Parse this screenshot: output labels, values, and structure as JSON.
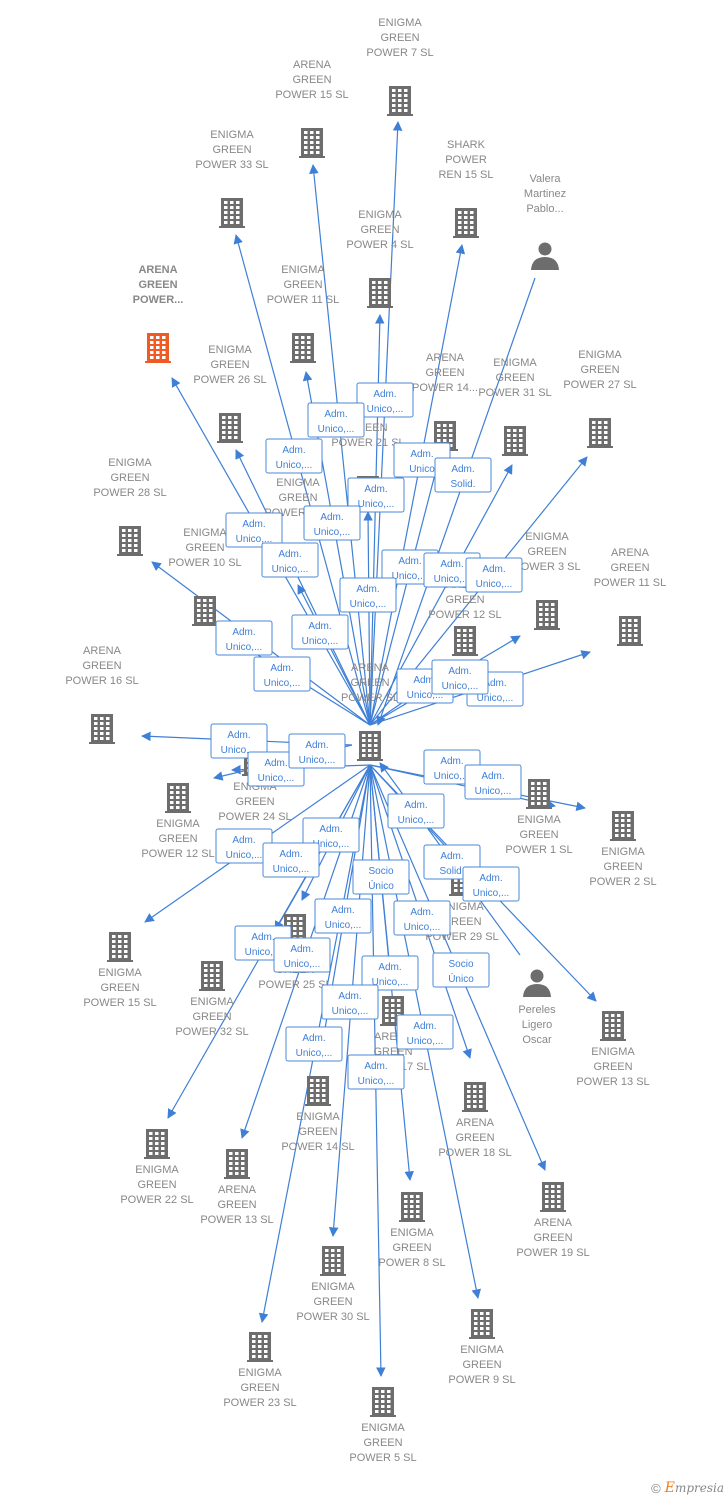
{
  "diagram": {
    "colors": {
      "edge": "#3f7fd6",
      "node": "#6d6d6d",
      "focus": "#f05a24",
      "text": "#888888"
    },
    "center": {
      "id": "center",
      "label": [
        "ARENA",
        "GREEN",
        "POWER  SL"
      ]
    },
    "nodes": [
      {
        "id": "enigma7",
        "kind": "company",
        "label": [
          "ENIGMA",
          "GREEN",
          "POWER 7  SL"
        ]
      },
      {
        "id": "arena15a",
        "kind": "company",
        "label": [
          "ARENA",
          "GREEN",
          "POWER 15  SL"
        ]
      },
      {
        "id": "enigma33",
        "kind": "company",
        "label": [
          "ENIGMA",
          "GREEN",
          "POWER 33  SL"
        ]
      },
      {
        "id": "shark15",
        "kind": "company",
        "label": [
          "SHARK",
          "POWER",
          "REN 15  SL"
        ]
      },
      {
        "id": "valera",
        "kind": "person",
        "label": [
          "Valera",
          "Martinez",
          "Pablo..."
        ]
      },
      {
        "id": "enigma4",
        "kind": "company",
        "label": [
          "ENIGMA",
          "GREEN",
          "POWER 4  SL"
        ]
      },
      {
        "id": "arenaFocus",
        "kind": "focus",
        "label": [
          "ARENA",
          "GREEN",
          "POWER..."
        ]
      },
      {
        "id": "enigma11",
        "kind": "company",
        "label": [
          "ENIGMA",
          "GREEN",
          "POWER 11  SL"
        ]
      },
      {
        "id": "enigma26",
        "kind": "company",
        "label": [
          "ENIGMA",
          "GREEN",
          "POWER 26  SL"
        ]
      },
      {
        "id": "arena14",
        "kind": "company",
        "label": [
          "ARENA",
          "GREEN",
          "POWER 14..."
        ]
      },
      {
        "id": "enigma31",
        "kind": "company",
        "label": [
          "ENIGMA",
          "GREEN",
          "POWER 31  SL"
        ]
      },
      {
        "id": "enigma27",
        "kind": "company",
        "label": [
          "ENIGMA",
          "GREEN",
          "POWER 27  SL"
        ]
      },
      {
        "id": "enigma21",
        "kind": "company",
        "label": [
          "ENIGMA",
          "GREEN",
          "POWER 21  SL"
        ]
      },
      {
        "id": "enigma28",
        "kind": "company",
        "label": [
          "ENIGMA",
          "GREEN",
          "POWER 28  SL"
        ]
      },
      {
        "id": "enigma6",
        "kind": "company",
        "label": [
          "ENIGMA",
          "GREEN",
          "POWER 6  SL"
        ]
      },
      {
        "id": "enigma10",
        "kind": "company",
        "label": [
          "ENIGMA",
          "GREEN",
          "POWER 10  SL"
        ]
      },
      {
        "id": "enigma3",
        "kind": "company",
        "label": [
          "ENIGMA",
          "GREEN",
          "POWER 3  SL"
        ]
      },
      {
        "id": "arena11",
        "kind": "company",
        "label": [
          "ARENA",
          "GREEN",
          "POWER 11  SL"
        ]
      },
      {
        "id": "arena12",
        "kind": "company",
        "label": [
          "ARENA",
          "GREEN",
          "POWER 12  SL"
        ]
      },
      {
        "id": "arena16",
        "kind": "company",
        "label": [
          "ARENA",
          "GREEN",
          "POWER 16  SL"
        ]
      },
      {
        "id": "enigma24",
        "kind": "company",
        "label": [
          "ENIGMA",
          "GREEN",
          "POWER 24  SL"
        ]
      },
      {
        "id": "enigma12",
        "kind": "company",
        "label": [
          "ENIGMA",
          "GREEN",
          "POWER 12  SL"
        ]
      },
      {
        "id": "enigma1",
        "kind": "company",
        "label": [
          "ENIGMA",
          "GREEN",
          "POWER 1  SL"
        ]
      },
      {
        "id": "enigma2",
        "kind": "company",
        "label": [
          "ENIGMA",
          "GREEN",
          "POWER 2  SL"
        ]
      },
      {
        "id": "enigma29",
        "kind": "company",
        "label": [
          "ENIGMA",
          "GREEN",
          "POWER 29  SL"
        ]
      },
      {
        "id": "enigma15",
        "kind": "company",
        "label": [
          "ENIGMA",
          "GREEN",
          "POWER 15  SL"
        ]
      },
      {
        "id": "enigma25",
        "kind": "company",
        "label": [
          "ENIGMA",
          "GREEN",
          "POWER 25  SL"
        ]
      },
      {
        "id": "enigma32",
        "kind": "company",
        "label": [
          "ENIGMA",
          "GREEN",
          "POWER 32  SL"
        ]
      },
      {
        "id": "pereles",
        "kind": "person",
        "label": [
          "Pereles",
          "Ligero",
          "Oscar"
        ]
      },
      {
        "id": "arena17",
        "kind": "company",
        "label": [
          "ARENA",
          "GREEN",
          "POWER 17  SL"
        ]
      },
      {
        "id": "enigma13",
        "kind": "company",
        "label": [
          "ENIGMA",
          "GREEN",
          "POWER 13  SL"
        ]
      },
      {
        "id": "enigma14",
        "kind": "company",
        "label": [
          "ENIGMA",
          "GREEN",
          "POWER 14  SL"
        ]
      },
      {
        "id": "arena18",
        "kind": "company",
        "label": [
          "ARENA",
          "GREEN",
          "POWER 18  SL"
        ]
      },
      {
        "id": "enigma22",
        "kind": "company",
        "label": [
          "ENIGMA",
          "GREEN",
          "POWER 22  SL"
        ]
      },
      {
        "id": "arena13",
        "kind": "company",
        "label": [
          "ARENA",
          "GREEN",
          "POWER 13  SL"
        ]
      },
      {
        "id": "enigma8",
        "kind": "company",
        "label": [
          "ENIGMA",
          "GREEN",
          "POWER 8  SL"
        ]
      },
      {
        "id": "arena19",
        "kind": "company",
        "label": [
          "ARENA",
          "GREEN",
          "POWER 19  SL"
        ]
      },
      {
        "id": "enigma30",
        "kind": "company",
        "label": [
          "ENIGMA",
          "GREEN",
          "POWER 30  SL"
        ]
      },
      {
        "id": "enigma9",
        "kind": "company",
        "label": [
          "ENIGMA",
          "GREEN",
          "POWER 9  SL"
        ]
      },
      {
        "id": "enigma23",
        "kind": "company",
        "label": [
          "ENIGMA",
          "GREEN",
          "POWER 23  SL"
        ]
      },
      {
        "id": "enigma5",
        "kind": "company",
        "label": [
          "ENIGMA",
          "GREEN",
          "POWER 5  SL"
        ]
      }
    ],
    "edges": [
      {
        "from": "center",
        "to": "enigma7",
        "role": [
          "Adm.",
          "Unico,..."
        ]
      },
      {
        "from": "center",
        "to": "arena15a",
        "role": [
          "Adm.",
          "Unico,..."
        ]
      },
      {
        "from": "center",
        "to": "enigma33",
        "role": [
          "Adm.",
          "Unico,..."
        ]
      },
      {
        "from": "center",
        "to": "shark15",
        "role": [
          "Adm.",
          "Unico"
        ]
      },
      {
        "from": "valera",
        "to": "center",
        "role": [
          "Adm.",
          "Solid."
        ]
      },
      {
        "from": "center",
        "to": "enigma4",
        "role": [
          "Adm.",
          "Unico,..."
        ]
      },
      {
        "from": "center",
        "to": "arenaFocus",
        "role": [
          "Adm.",
          "Unico,..."
        ]
      },
      {
        "from": "center",
        "to": "enigma11",
        "role": [
          "Adm.",
          "Unico,..."
        ]
      },
      {
        "from": "center",
        "to": "enigma26",
        "role": [
          "Adm.",
          "Unico,..."
        ]
      },
      {
        "from": "center",
        "to": "arena14",
        "role": [
          "Adm.",
          "Unico,..."
        ]
      },
      {
        "from": "center",
        "to": "enigma31",
        "role": [
          "Adm.",
          "Unico,..."
        ]
      },
      {
        "from": "center",
        "to": "enigma27",
        "role": [
          "Adm.",
          "Unico,..."
        ]
      },
      {
        "from": "center",
        "to": "enigma21",
        "role": [
          "Adm.",
          "Unico,..."
        ]
      },
      {
        "from": "center",
        "to": "enigma28",
        "role": [
          "Adm.",
          "Unico,..."
        ]
      },
      {
        "from": "center",
        "to": "enigma6",
        "role": [
          "Adm.",
          "Unico,..."
        ]
      },
      {
        "from": "center",
        "to": "enigma10",
        "role": [
          "Adm.",
          "Unico,..."
        ]
      },
      {
        "from": "center",
        "to": "enigma3",
        "role": [
          "Adm.",
          "Unico,..."
        ]
      },
      {
        "from": "center",
        "to": "arena11",
        "role": [
          "Adm.",
          "Unico,..."
        ]
      },
      {
        "from": "center",
        "to": "arena12",
        "role": [
          "Adm.",
          "Unico,..."
        ]
      },
      {
        "from": "center",
        "to": "arena16",
        "role": [
          "Adm.",
          "Unico,..."
        ]
      },
      {
        "from": "center",
        "to": "enigma24",
        "role": [
          "Adm.",
          "Unico,..."
        ]
      },
      {
        "from": "center",
        "to": "enigma12",
        "role": [
          "Adm.",
          "Unico,..."
        ]
      },
      {
        "from": "center",
        "to": "enigma1",
        "role": [
          "Adm.",
          "Unico,..."
        ]
      },
      {
        "from": "center",
        "to": "enigma2",
        "role": [
          "Adm.",
          "Unico,..."
        ]
      },
      {
        "from": "center",
        "to": "enigma29",
        "role": [
          "Adm.",
          "Unico,..."
        ]
      },
      {
        "from": "center",
        "to": "enigma15",
        "role": [
          "Adm.",
          "Unico,..."
        ]
      },
      {
        "from": "center",
        "to": "enigma25",
        "role": [
          "Adm.",
          "Unico,..."
        ]
      },
      {
        "from": "center",
        "to": "enigma32",
        "role": [
          "Adm.",
          "Unico,..."
        ]
      },
      {
        "from": "pereles",
        "to": "center",
        "role": [
          "Adm.",
          "Solid."
        ]
      },
      {
        "from": "center",
        "to": "arena17",
        "role": [
          "Socio",
          "Único"
        ]
      },
      {
        "from": "center",
        "to": "enigma13",
        "role": [
          "Adm.",
          "Unico,..."
        ]
      },
      {
        "from": "center",
        "to": "enigma14",
        "role": [
          "Adm.",
          "Unico,..."
        ]
      },
      {
        "from": "center",
        "to": "arena18",
        "role": [
          "Adm.",
          "Unico,..."
        ]
      },
      {
        "from": "center",
        "to": "enigma22",
        "role": [
          "Adm.",
          "Unico,..."
        ]
      },
      {
        "from": "center",
        "to": "arena13",
        "role": [
          "Adm.",
          "Unico,..."
        ]
      },
      {
        "from": "center",
        "to": "enigma8",
        "role": [
          "Adm.",
          "Unico,..."
        ]
      },
      {
        "from": "center",
        "to": "arena19",
        "role": [
          "Socio",
          "Único"
        ]
      },
      {
        "from": "center",
        "to": "enigma30",
        "role": [
          "Adm.",
          "Unico,..."
        ]
      },
      {
        "from": "center",
        "to": "enigma9",
        "role": [
          "Adm.",
          "Unico,..."
        ]
      },
      {
        "from": "center",
        "to": "enigma23",
        "role": [
          "Adm.",
          "Unico,..."
        ]
      },
      {
        "from": "center",
        "to": "enigma5",
        "role": [
          "Adm.",
          "Unico,..."
        ]
      }
    ]
  },
  "footer": {
    "copyright": "©",
    "brand_initial": "E",
    "brand_rest": "mpresia"
  }
}
